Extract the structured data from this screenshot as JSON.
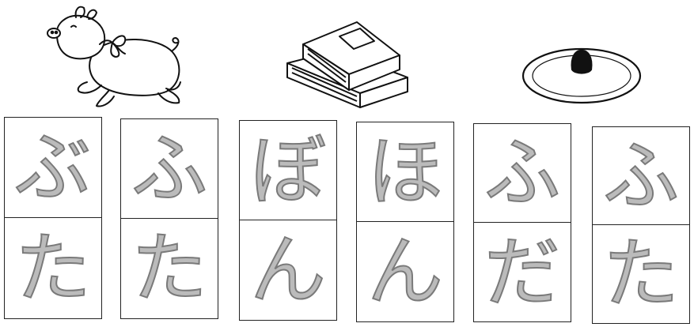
{
  "pictures": [
    {
      "name": "pig-picture",
      "icon": "pig-with-ribbon"
    },
    {
      "name": "books-picture",
      "icon": "stacked-books"
    },
    {
      "name": "lid-picture",
      "icon": "pot-lid"
    }
  ],
  "cards": [
    {
      "top": "ぶ",
      "bottom": "た"
    },
    {
      "top": "ふ",
      "bottom": "た"
    },
    {
      "top": "ぼ",
      "bottom": "ん"
    },
    {
      "top": "ほ",
      "bottom": "ん"
    },
    {
      "top": "ふ",
      "bottom": "だ"
    },
    {
      "top": "ふ",
      "bottom": "た"
    }
  ],
  "colors": {
    "ink": "#222222",
    "tracing": "#7a7a7a"
  }
}
